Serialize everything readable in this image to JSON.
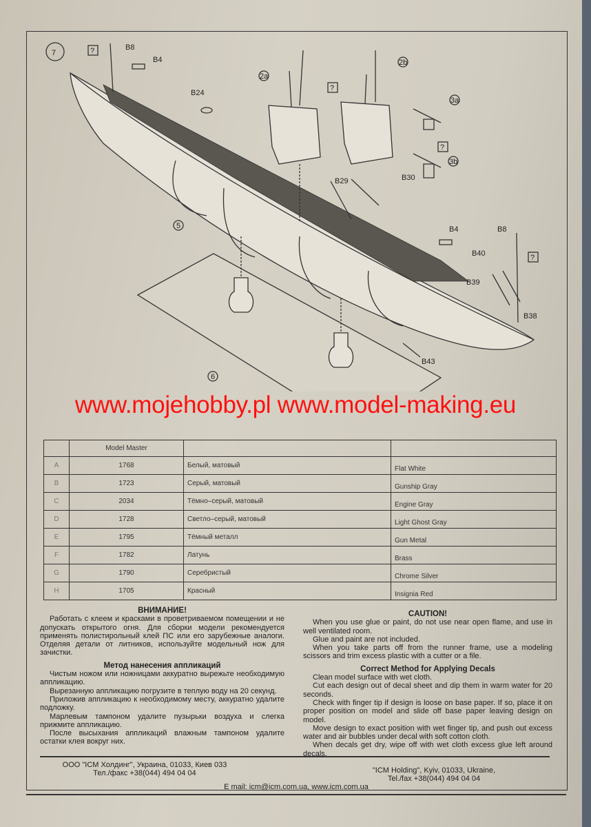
{
  "step": {
    "number": "7"
  },
  "diagram": {
    "labels": {
      "b8_top": "B8",
      "b4_top": "B4",
      "b24": "B24",
      "p2a": "2a",
      "p2b": "2b",
      "p3a": "3a",
      "p3b": "3b",
      "b29": "B29",
      "b30": "B30",
      "b4_bottom": "B4",
      "b8_bottom": "B8",
      "b40": "B40",
      "b39": "B39",
      "b38": "B38",
      "b43": "B43",
      "p5": "5",
      "p6": "6",
      "q": "?"
    }
  },
  "watermark": "www.mojehobby.pl www.model-making.eu",
  "paint_table": {
    "header": [
      "",
      "Model Master",
      "",
      ""
    ],
    "rows": [
      [
        "A",
        "1768",
        "Белый, матовый",
        "Flat White"
      ],
      [
        "B",
        "1723",
        "Серый, матовый",
        "Gunship Gray"
      ],
      [
        "C",
        "2034",
        "Тёмно–серый, матовый",
        "Engine Gray"
      ],
      [
        "D",
        "1728",
        "Светло–серый, матовый",
        "Light Ghost Gray"
      ],
      [
        "E",
        "1795",
        "Тёмный металл",
        "Gun Metal"
      ],
      [
        "F",
        "1782",
        "Латунь",
        "Brass"
      ],
      [
        "G",
        "1790",
        "Серебристый",
        "Chrome Silver"
      ],
      [
        "H",
        "1705",
        "Красный",
        "Insignia Red"
      ]
    ]
  },
  "ru": {
    "warning_title": "ВНИМАНИЕ!",
    "warning_text": "Работать с клеем и красками в проветриваемом помещении и не допускать открытого огня. Для сборки модели рекомендуется применять полистирольный клей ПС или его зарубежные аналоги. Отделяя детали от литников, используйте модельный нож для зачистки.",
    "decals_title": "Метод нанесения аппликаций",
    "decals": [
      "Чистым ножом или ножницами аккуратно вырежьте необходимую аппликацию.",
      "Вырезанную аппликацию погрузите в теплую воду на 20 секунд.",
      "Приложив аппликацию к необходимому месту, аккуратно удалите подложку.",
      "Марлевым тампоном удалите пузырьки воздуха и слегка прижмите аппликацию.",
      "После высыхания аппликаций влажным тампоном удалите остатки клея вокруг них."
    ]
  },
  "en": {
    "caution_title": "CAUTION!",
    "caution": [
      "When you use glue or paint, do not use near open flame, and use in well ventilated room.",
      "Glue and paint are not included.",
      "When you take parts off from the runner frame, use a modeling scissors and trim excess plastic with a cutter or a file."
    ],
    "decals_title": "Correct Method for Applying Decals",
    "decals": [
      "Clean model surface with wet cloth.",
      "Cut each design out of decal sheet and dip them in warm water for 20 seconds.",
      "Check with finger tip if design is loose on base paper. If so, place it on proper position on model and slide off base paper leaving design on model.",
      "Move design to exact position with wet finger tip, and push out excess water and air bubbles under decal with soft cotton cloth.",
      "When decals get dry, wipe off with wet cloth excess glue left around decals."
    ]
  },
  "footer": {
    "ru_line1": "ООО \"ICM Холдинг\", Украина, 01033, Киев 033",
    "ru_line2": "Тел./факс +38(044) 494 04 04",
    "en_line1": "\"ICM Holding\", Kyiv, 01033, Ukraine,",
    "en_line2": "Tel./fax +38(044) 494 04 04",
    "contact": "E mail: icm@icm.com.ua,    www.icm.com.ua"
  }
}
